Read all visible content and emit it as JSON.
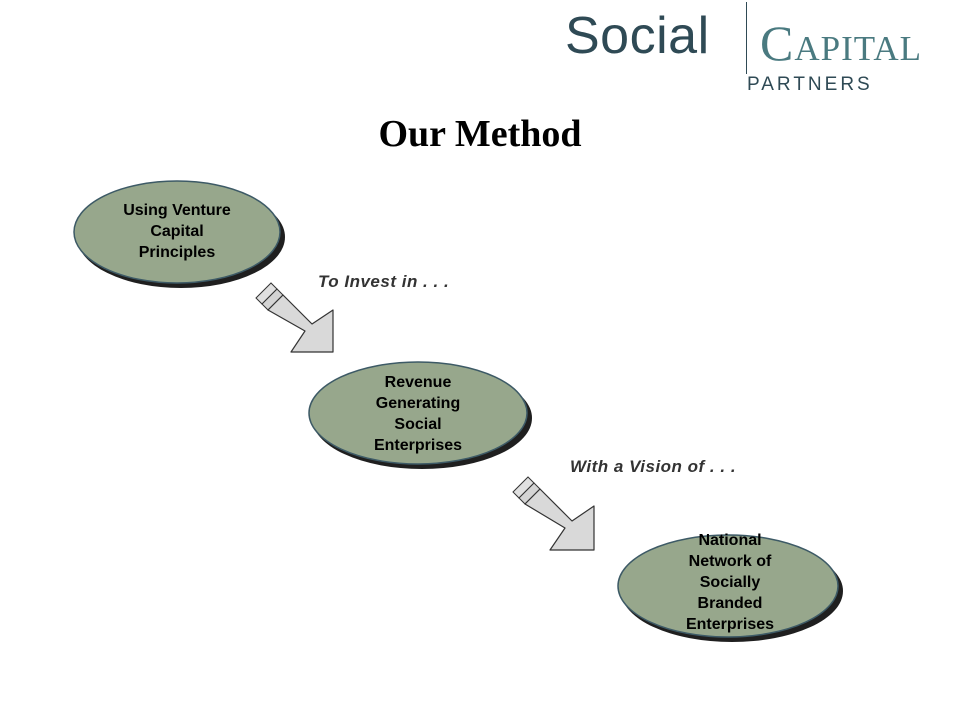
{
  "logo": {
    "social": "Social",
    "capital": "Capital",
    "partners": "PARTNERS"
  },
  "title": "Our Method",
  "nodes": [
    {
      "label": "Using Venture Capital Principles",
      "lines": [
        "Using Venture",
        "Capital",
        "Principles"
      ]
    },
    {
      "label": "Revenue Generating Social Enterprises",
      "lines": [
        "Revenue",
        "Generating",
        "Social",
        "Enterprises"
      ]
    },
    {
      "label": "National Network of Socially Branded Enterprises",
      "lines": [
        "National",
        "Network of",
        "Socially",
        "Branded",
        "Enterprises"
      ]
    }
  ],
  "connectors": [
    {
      "label": "To Invest in . . ."
    },
    {
      "label": "With a Vision of . . ."
    }
  ],
  "colors": {
    "node_fill": "#97a78c",
    "node_stroke": "#3d5a66",
    "arrow_fill": "#d9d9d9",
    "arrow_stroke": "#333333"
  }
}
